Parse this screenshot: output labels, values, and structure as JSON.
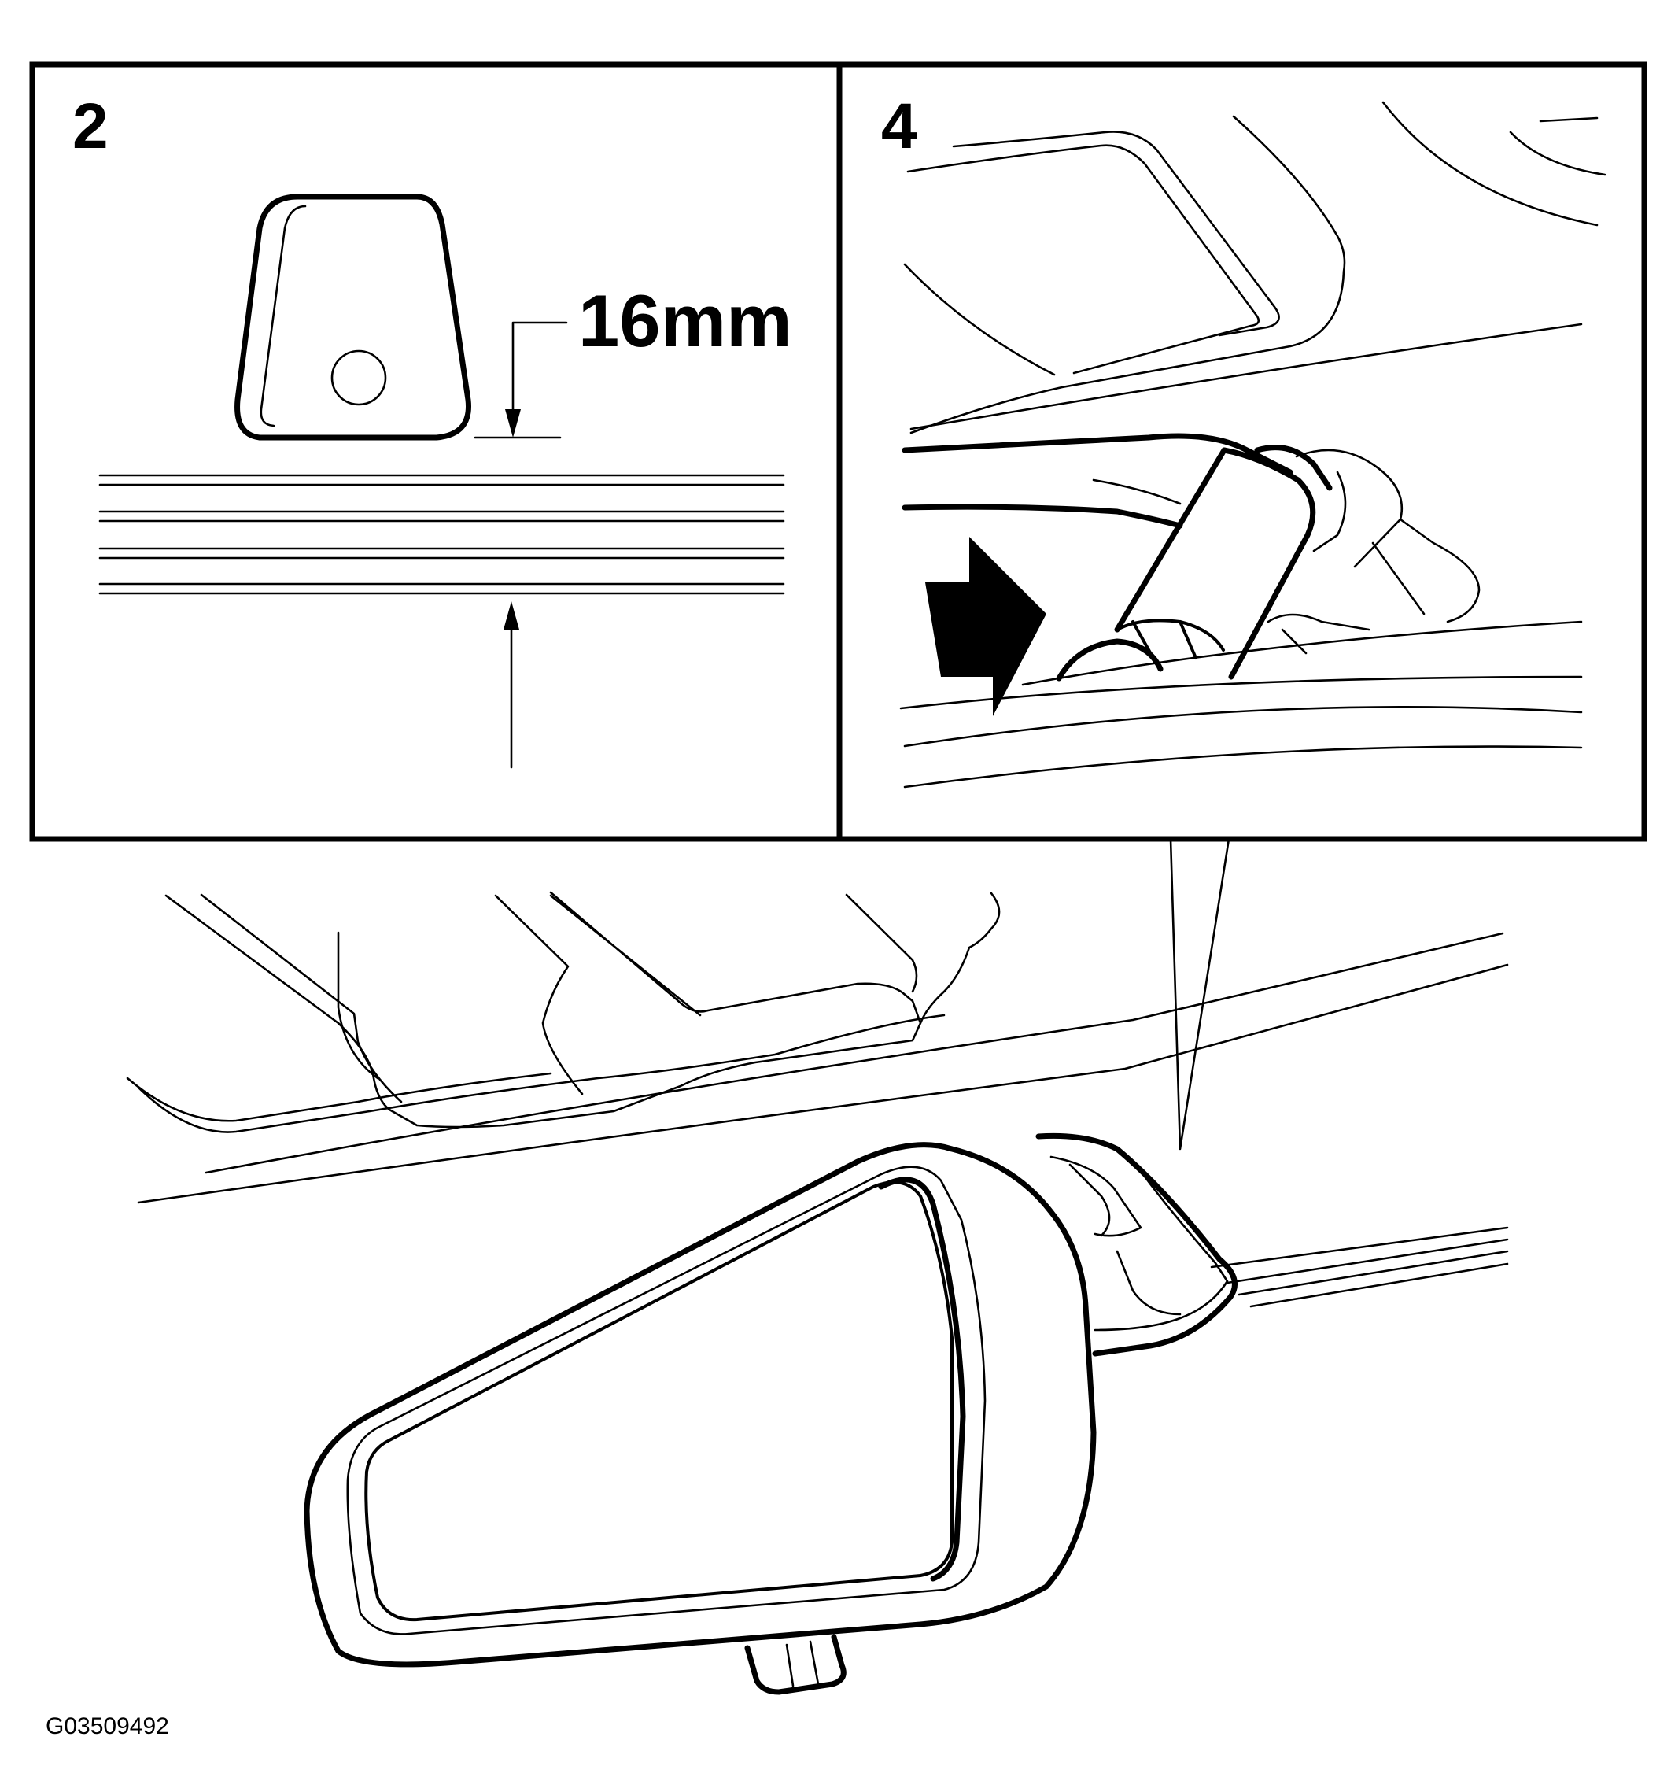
{
  "panels": [
    {
      "step_label": "2",
      "dimension_label": "16mm"
    },
    {
      "step_label": "4"
    }
  ],
  "figure_id": "G03509492"
}
